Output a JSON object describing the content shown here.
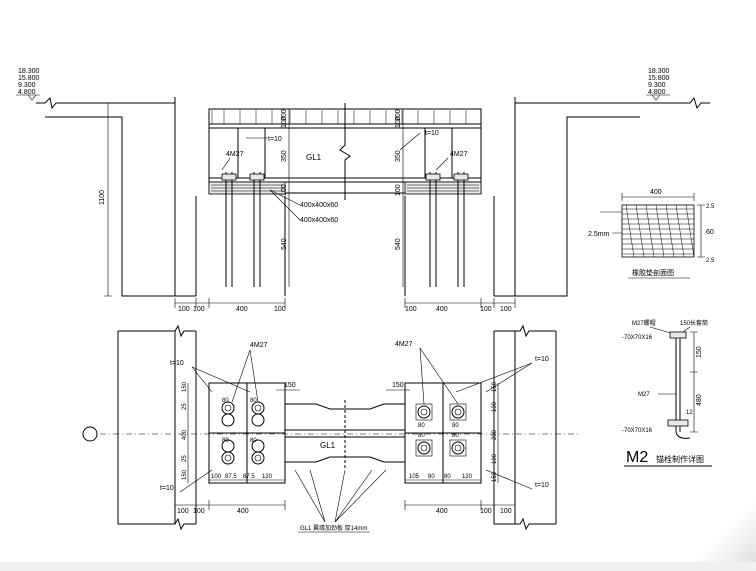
{
  "elevation": {
    "left_levels": [
      "18.300",
      "15.800",
      "9.300",
      "4.800"
    ],
    "right_levels": [
      "18.300",
      "15.800",
      "9.300",
      "4.800"
    ],
    "dim_total_height": "1100",
    "beam_label": "GL1",
    "left_tags": {
      "stiffener": "t=10",
      "bolts": "4M27",
      "plate1": "400x400x60",
      "plate2": "400x400x60"
    },
    "right_tags": {
      "stiffener": "t=10",
      "bolts": "4M27"
    },
    "vert_dims_left": [
      "200",
      "100",
      "350",
      "100",
      "540"
    ],
    "vert_dims_right": [
      "200",
      "100",
      "350",
      "100",
      "540"
    ],
    "bottom_dims_left": [
      "100",
      "100",
      "400",
      "100"
    ],
    "bottom_dims_right": [
      "100",
      "400",
      "100",
      "100"
    ]
  },
  "plan": {
    "beam_label": "GL1",
    "left_tags": {
      "stiffener": "t=10",
      "bolts": "4M27",
      "bottom_stiffener": "t=10"
    },
    "right_tags": {
      "stiffener": "t=10",
      "bolts": "4M27",
      "bottom_stiffener": "t=10"
    },
    "dims_150_left": "150",
    "dims_150_right": "150",
    "bolt_spacing": [
      "80",
      "80",
      "80",
      "80"
    ],
    "left_side_dims": [
      "150",
      "25",
      "400",
      "25",
      "150"
    ],
    "right_side_dims": [
      "150",
      "100",
      "200",
      "100",
      "150"
    ],
    "left_row_dims": [
      "100",
      "87.5",
      "87.5",
      "120"
    ],
    "right_row_dims": [
      "105",
      "80",
      "80",
      "120"
    ],
    "bottom_dims_left": [
      "100",
      "100",
      "400"
    ],
    "bottom_dims_right": [
      "400",
      "100",
      "100"
    ],
    "footnote": "GL1 翼缘加劲板 厚14mm"
  },
  "section_detail": {
    "width_dim": "400",
    "side_dims": [
      "2.5",
      "60",
      "2.5"
    ],
    "left_label": "2.5mm",
    "caption": "橡胶垫剖面图"
  },
  "anchor_detail": {
    "top_label_left": "M27螺帽",
    "top_label_right": "150长套筒",
    "washer_top": "-70X70X16",
    "bolt_label": "M27",
    "washer_bottom": "-70X70X16",
    "dims": [
      "150",
      "480"
    ],
    "hook_dim": "12",
    "title_prefix": "M2",
    "title_suffix": "锚栓制作详图"
  }
}
